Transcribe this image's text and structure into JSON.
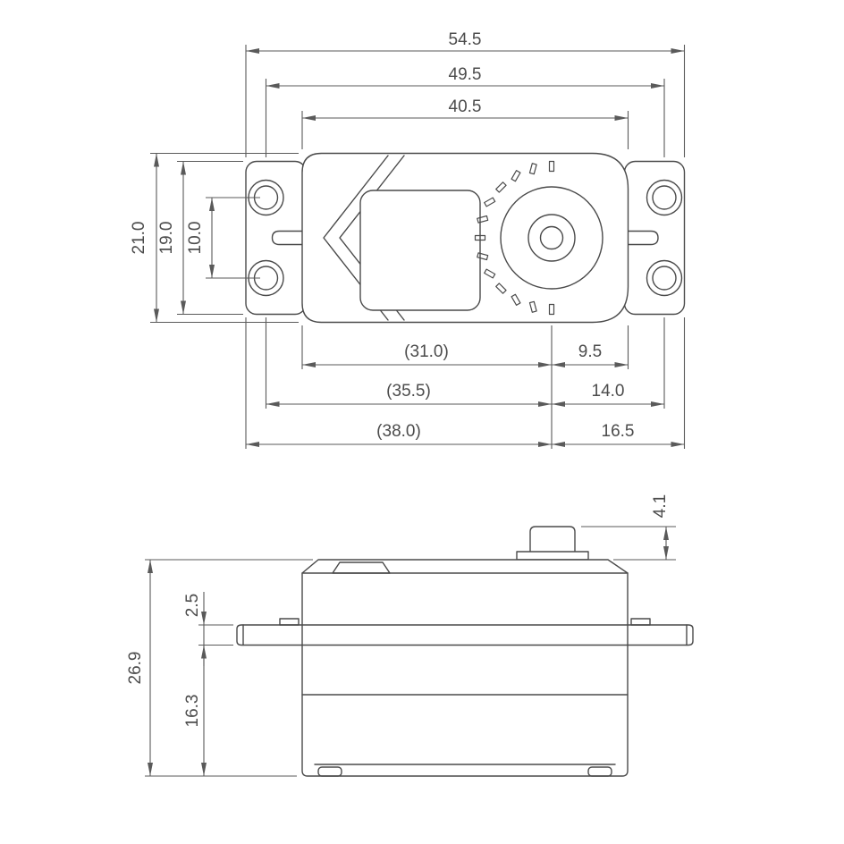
{
  "drawing": {
    "kind": "servo-outline-dimension-drawing",
    "units": "mm",
    "colors": {
      "background": "#ffffff",
      "line": "#4a4a4a",
      "dimension_line": "#5a5a5a",
      "text": "#4c4c4c"
    },
    "dims": {
      "overall_width": "54.5",
      "mount_hole_span": "49.5",
      "case_width": "40.5",
      "case_depth": "21.0",
      "flange_depth": "19.0",
      "hole_pitch": "10.0",
      "shaft_to_case_left": "(31.0)",
      "shaft_to_case_right": "9.5",
      "shaft_to_mount_left": "(35.5)",
      "shaft_to_mount_right": "14.0",
      "shaft_to_flange_left": "(38.0)",
      "shaft_to_flange_right": "16.5",
      "shaft_boss_height": "4.1",
      "overall_height": "26.9",
      "flange_thickness": "2.5",
      "flange_to_bottom_height": "16.3"
    }
  }
}
